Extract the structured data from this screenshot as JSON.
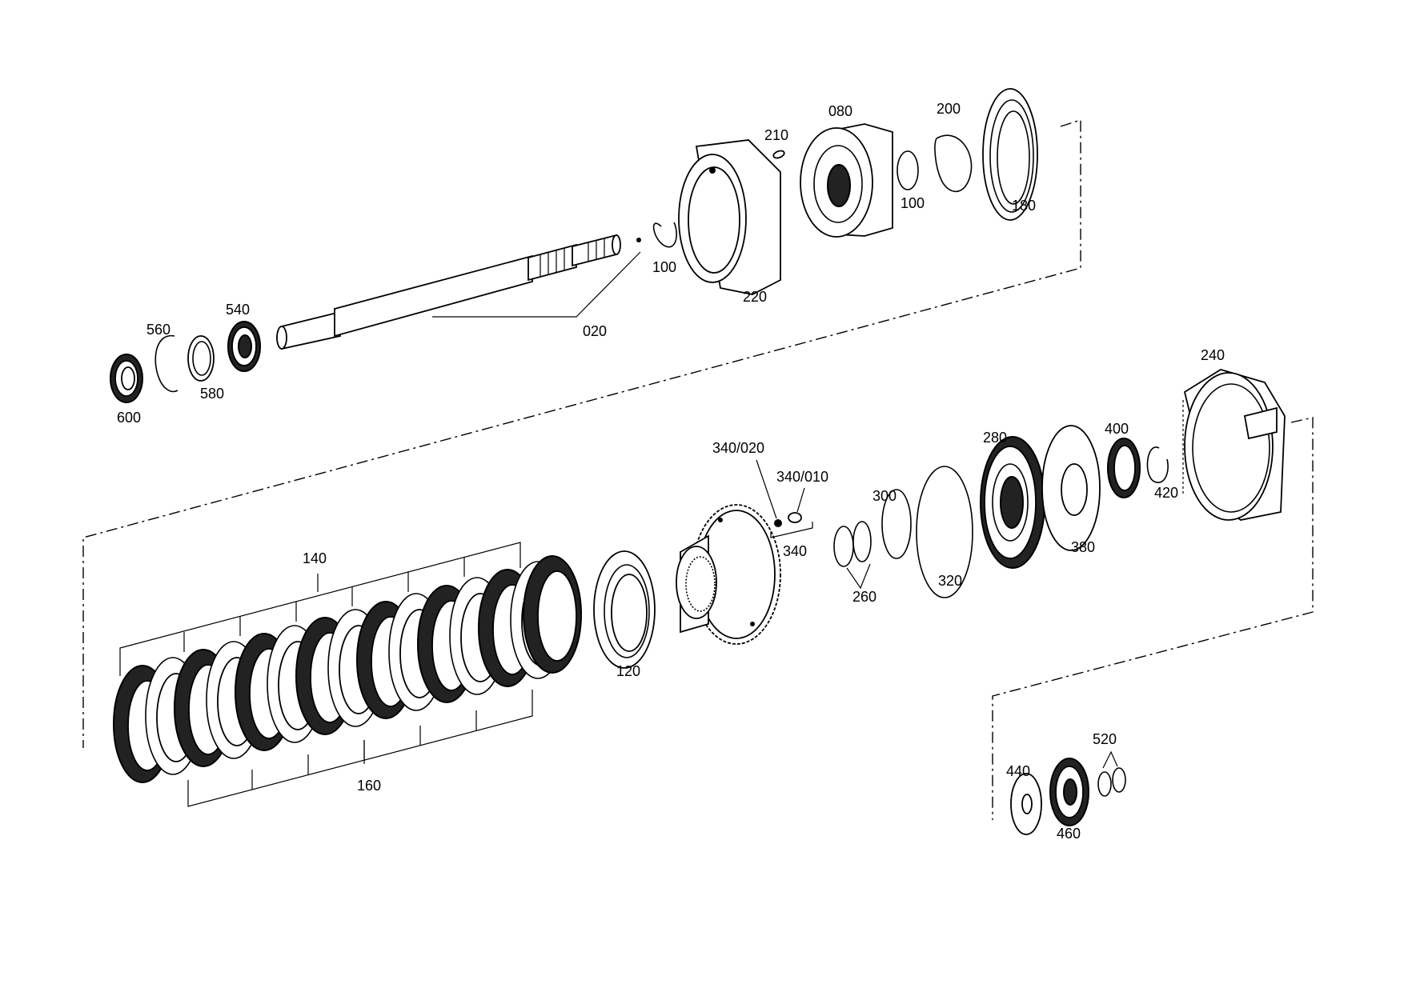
{
  "labels": {
    "p020": "020",
    "p080": "080",
    "p100a": "100",
    "p100b": "100",
    "p120": "120",
    "p140": "140",
    "p160": "160",
    "p180": "180",
    "p200": "200",
    "p210": "210",
    "p220": "220",
    "p240": "240",
    "p260": "260",
    "p280": "280",
    "p300": "300",
    "p320": "320",
    "p340": "340",
    "p340_010": "340/010",
    "p340_020": "340/020",
    "p380": "380",
    "p400": "400",
    "p420": "420",
    "p440": "440",
    "p460": "460",
    "p520": "520",
    "p540": "540",
    "p560": "560",
    "p580": "580",
    "p600": "600"
  },
  "icons": {
    "shaft": "shaft-drawing",
    "gear": "gear-drawing",
    "clutch_pack": "clutch-plates-drawing"
  }
}
